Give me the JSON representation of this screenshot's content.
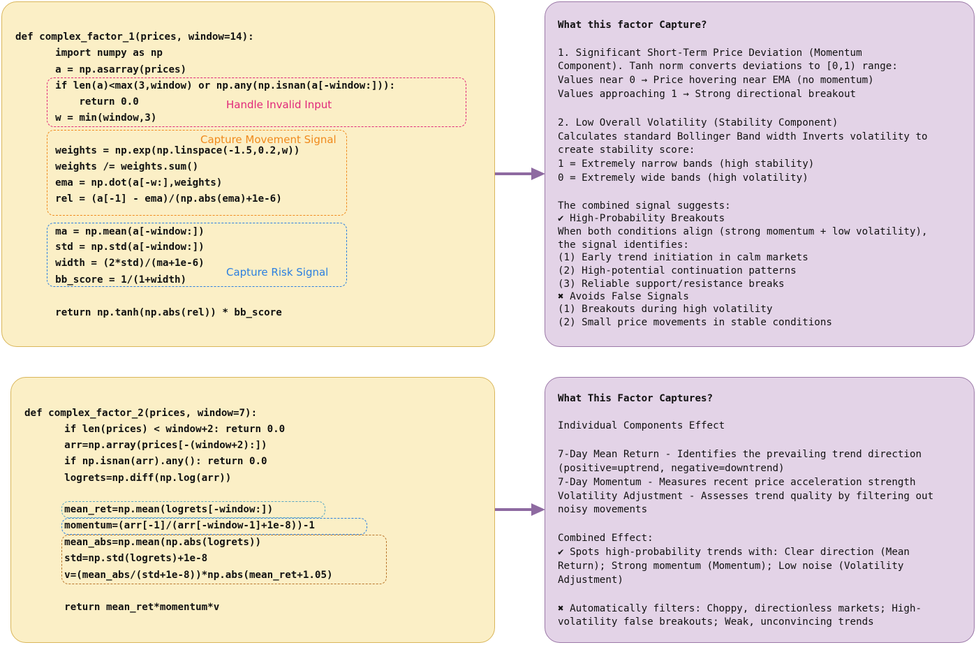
{
  "factor1": {
    "code_lines": [
      "def complex_factor_1(prices, window=14):",
      "    import numpy as np",
      "    a = np.asarray(prices)",
      "    if len(a)<max(3,window) or np.any(np.isnan(a[-window:])):",
      "        return 0.0",
      "    w = min(window,3)",
      "    weights = np.exp(np.linspace(-1.5,0.2,w))",
      "    weights /= weights.sum()",
      "    ema = np.dot(a[-w:],weights)",
      "    rel = (a[-1] - ema)/(np.abs(ema)+1e-6)",
      "    ma = np.mean(a[-window:])",
      "    std = np.std(a[-window:])",
      "    width = (2*std)/(ma+1e-6)",
      "    bb_score = 1/(1+width)",
      "    return np.tanh(np.abs(rel)) * bb_score"
    ],
    "annotations": {
      "invalid": "Handle Invalid Input",
      "movement": "Capture Movement Signal",
      "risk": "Capture Risk Signal"
    },
    "desc_title": "What this factor Capture?",
    "desc_lines": [
      "1. Significant Short-Term Price Deviation (Momentum",
      "Component). Tanh norm converts deviations to [0,1) range:",
      "Values near 0 → Price hovering near EMA (no momentum)",
      "Values approaching 1 → Strong directional breakout",
      "2. Low Overall Volatility (Stability Component)",
      "Calculates standard Bollinger Band width Inverts volatility to",
      "create stability score:",
      "1 = Extremely narrow bands (high stability)",
      "0 = Extremely wide bands (high volatility)",
      "The combined signal suggests:",
      "✔ High-Probability Breakouts",
      "When both conditions align (strong momentum + low volatility),",
      "the signal identifies:",
      "(1) Early trend initiation in calm markets",
      "(2) High-potential continuation patterns",
      "(3) Reliable support/resistance breaks",
      "✖ Avoids False Signals",
      "(1) Breakouts during high volatility",
      "(2) Small price movements in stable conditions"
    ]
  },
  "factor2": {
    "code_lines": [
      "def complex_factor_2(prices, window=7):",
      "    if len(prices) < window+2: return 0.0",
      "    arr=np.array(prices[-(window+2):])",
      "    if np.isnan(arr).any(): return 0.0",
      "    logrets=np.diff(np.log(arr))",
      "    mean_ret=np.mean(logrets[-window:])",
      "    momentum=(arr[-1]/(arr[-window-1]+1e-8))-1",
      "    mean_abs=np.mean(np.abs(logrets))",
      "    std=np.std(logrets)+1e-8",
      "    v=(mean_abs/(std+1e-8))*np.abs(mean_ret+1.05)",
      "    return mean_ret*momentum*v"
    ],
    "desc_title": "What This Factor Captures?",
    "desc_lines": [
      "Individual Components Effect",
      "7-Day Mean Return - Identifies the prevailing trend direction",
      "(positive=uptrend, negative=downtrend)",
      "7-Day Momentum - Measures recent price acceleration strength",
      "Volatility Adjustment - Assesses trend quality by filtering out",
      "noisy movements",
      "Combined Effect:",
      "✔ Spots high-probability trends with: Clear direction (Mean",
      "Return); Strong momentum (Momentum); Low noise (Volatility",
      "Adjustment)",
      "✖ Automatically filters: Choppy, directionless markets; High-",
      "volatility false breakouts; Weak, unconvincing trends"
    ]
  },
  "colors": {
    "code_bg": "#fbefc6",
    "desc_bg": "#e3d3e7",
    "invalid": "#e0287a",
    "movement": "#f08a1c",
    "risk": "#2b7fe0",
    "mean_ret_box": "#57a6c2",
    "vol_box": "#b8752a",
    "arrow": "#8e6aa1"
  }
}
